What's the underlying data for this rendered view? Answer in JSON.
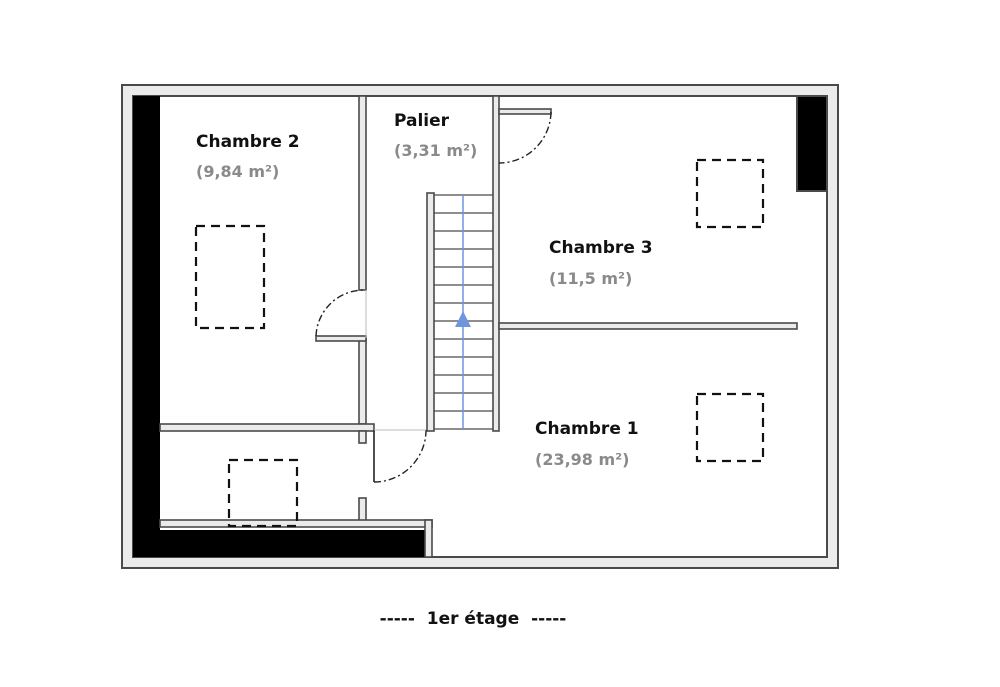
{
  "rooms": {
    "chambre2": {
      "name": "Chambre 2",
      "area": "(9,84 m²)"
    },
    "palier": {
      "name": "Palier",
      "area": "(3,31 m²)"
    },
    "chambre3": {
      "name": "Chambre 3",
      "area": "(11,5 m²)"
    },
    "chambre1": {
      "name": "Chambre 1",
      "area": "(23,98 m²)"
    }
  },
  "floor_label": "-----  1er étage  -----",
  "colors": {
    "wall_fill": "#ebebeb",
    "wall_stroke": "#4a4a4a",
    "solid_wall": "#000000",
    "stair_arrow": "#6f95dd",
    "area_text": "#8a8a8a"
  }
}
